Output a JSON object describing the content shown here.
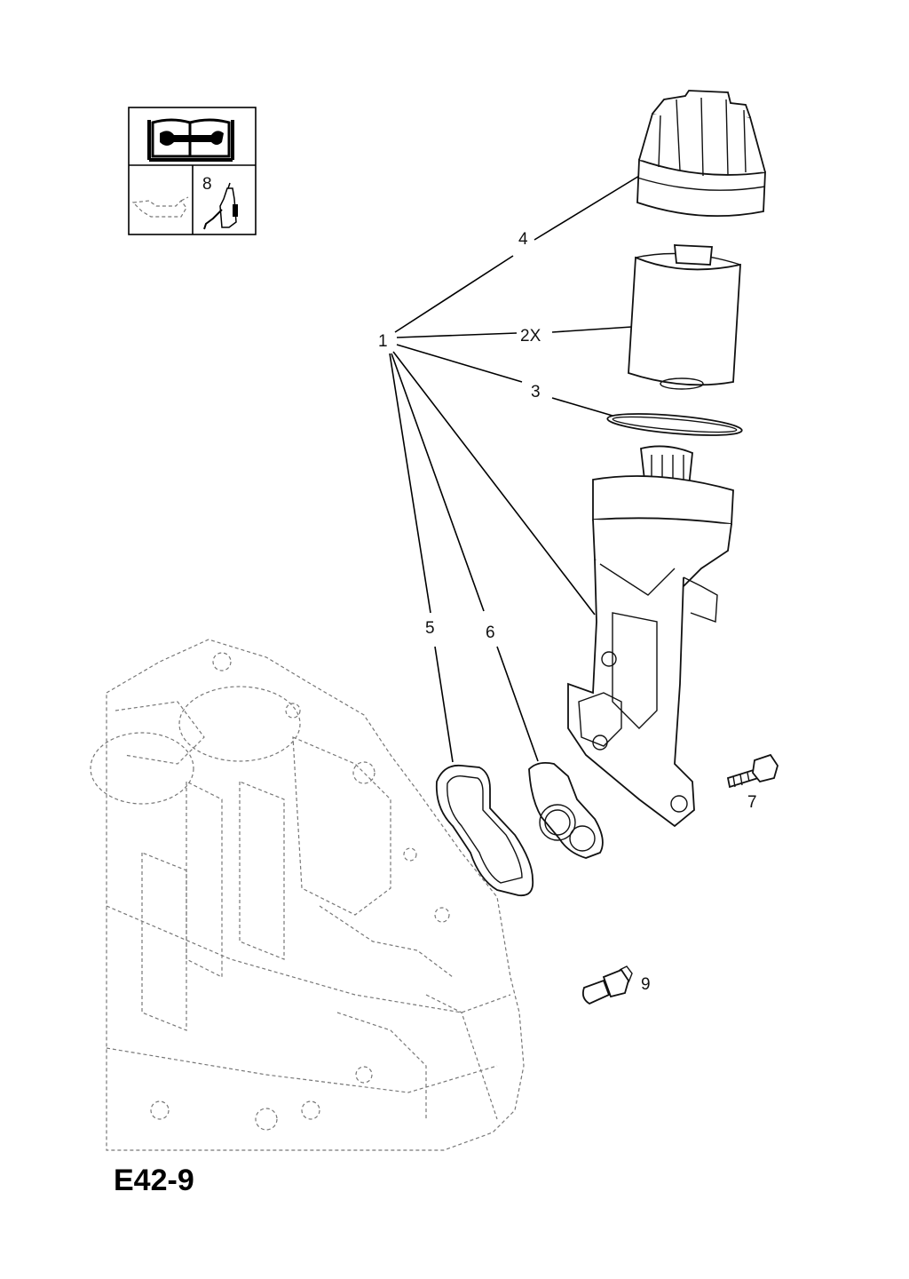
{
  "legend": {
    "tool_qty_label": "8"
  },
  "callouts": {
    "c1": "1",
    "c2": "2X",
    "c3": "3",
    "c4": "4",
    "c5": "5",
    "c6": "6",
    "c7": "7",
    "c9": "9"
  },
  "diagram_code": "E42-9",
  "icons": {
    "manual": "book-wrench-icon",
    "oil": "oil-can-icon",
    "tool": "sealant-bottle-icon"
  }
}
